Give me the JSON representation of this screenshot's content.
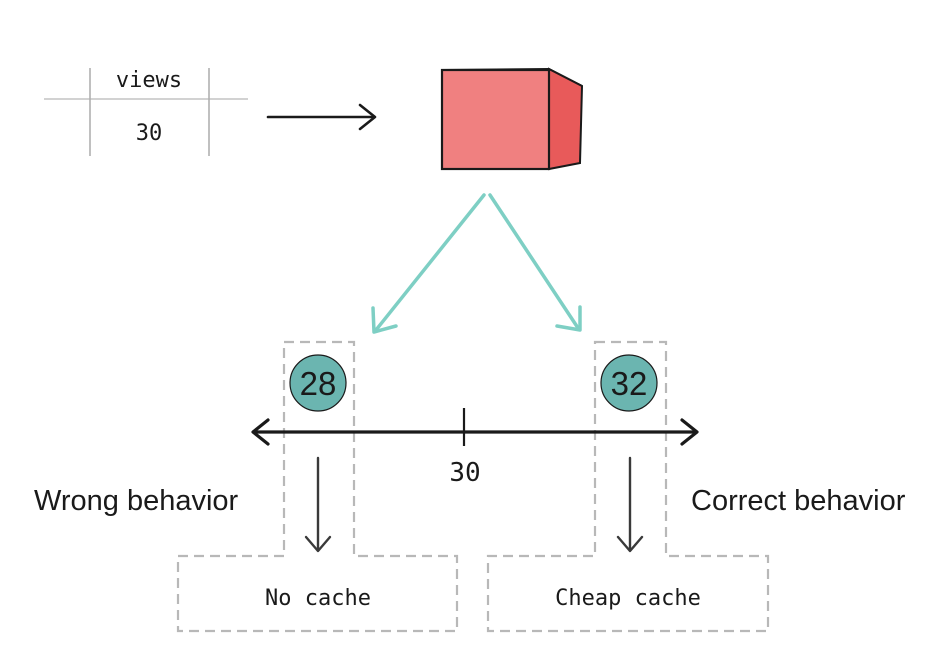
{
  "table": {
    "header": "views",
    "value": "30"
  },
  "scale": {
    "center_label": "30",
    "left_value": "28",
    "right_value": "32"
  },
  "outcomes": {
    "left_label": "Wrong behavior",
    "right_label": "Correct behavior",
    "left_box": "No cache",
    "right_box": "Cheap cache"
  },
  "colors": {
    "cube_front": "#f08080",
    "cube_side": "#e85a5a",
    "cube_top": "#f2a0a0",
    "teal_arrow": "#7ecfc4",
    "circle_fill": "#6bb5b0",
    "dashed": "#b8b8b8",
    "ink": "#1a1a1a"
  }
}
